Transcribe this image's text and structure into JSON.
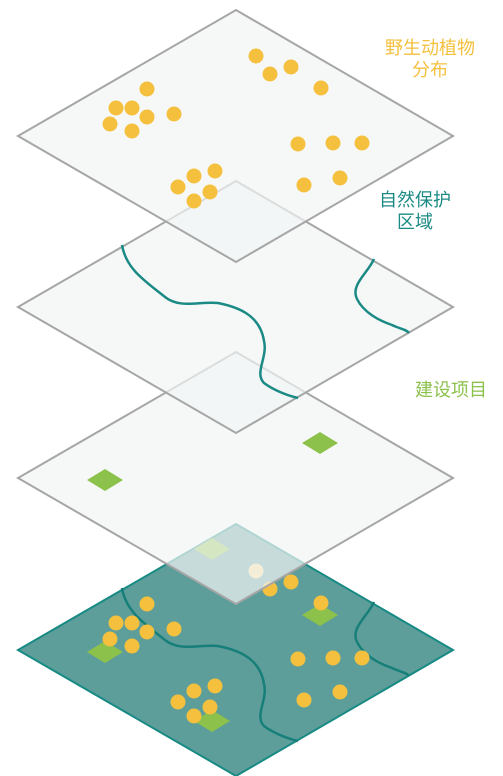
{
  "labels": {
    "wildlife": {
      "line1": "野生动植物",
      "line2": "分布"
    },
    "reserve": {
      "line1": "自然保护",
      "line2": "区域"
    },
    "construction": {
      "line1": "建设项目"
    }
  },
  "colors": {
    "wildlife": "#f4c03e",
    "reserve": "#1b8a84",
    "construction": "#8cc14b",
    "layer_fill": "#f2f5f5",
    "layer_stroke": "#a6a6a6",
    "combined_fill": "#5e9e9a",
    "combined_stroke": "#178a84"
  },
  "layers": [
    "wildlife",
    "reserve",
    "construction",
    "combined"
  ]
}
